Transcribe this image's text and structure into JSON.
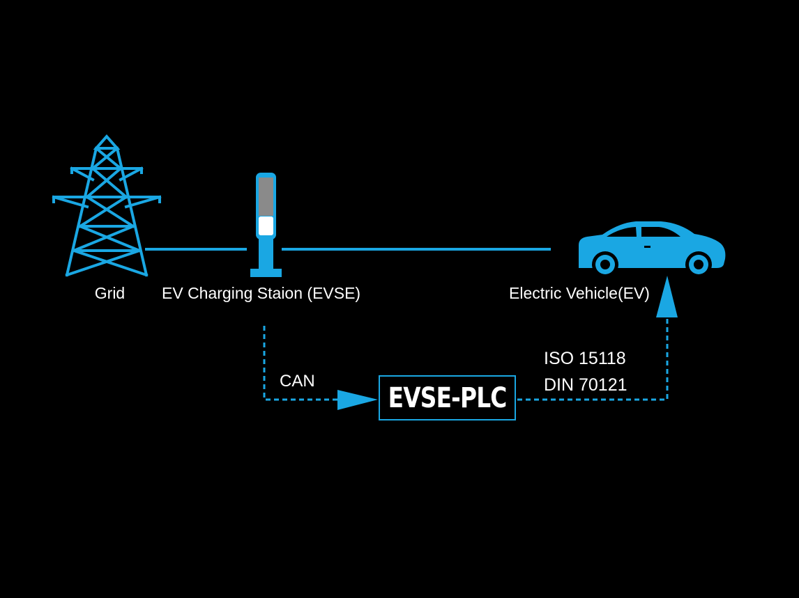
{
  "colors": {
    "background": "#000000",
    "accent": "#1aa7e3",
    "text": "#ffffff",
    "screen_gray": "#8a8a8a"
  },
  "nodes": {
    "grid": {
      "label": "Grid",
      "icon": "transmission-tower-icon"
    },
    "evse": {
      "label": "EV Charging Staion (EVSE)",
      "icon": "charging-station-icon"
    },
    "ev": {
      "label": "Electric Vehicle(EV)",
      "icon": "car-icon"
    },
    "plc": {
      "label": "EVSE-PLC"
    }
  },
  "links": {
    "can": {
      "label": "CAN",
      "style": "dashed",
      "direction": "evse-to-plc"
    },
    "iso": {
      "lines": [
        "ISO 15118",
        "DIN 70121"
      ],
      "style": "dashed",
      "direction": "plc-to-ev"
    },
    "power": {
      "style": "solid",
      "connects": [
        "grid",
        "evse",
        "ev"
      ]
    }
  }
}
